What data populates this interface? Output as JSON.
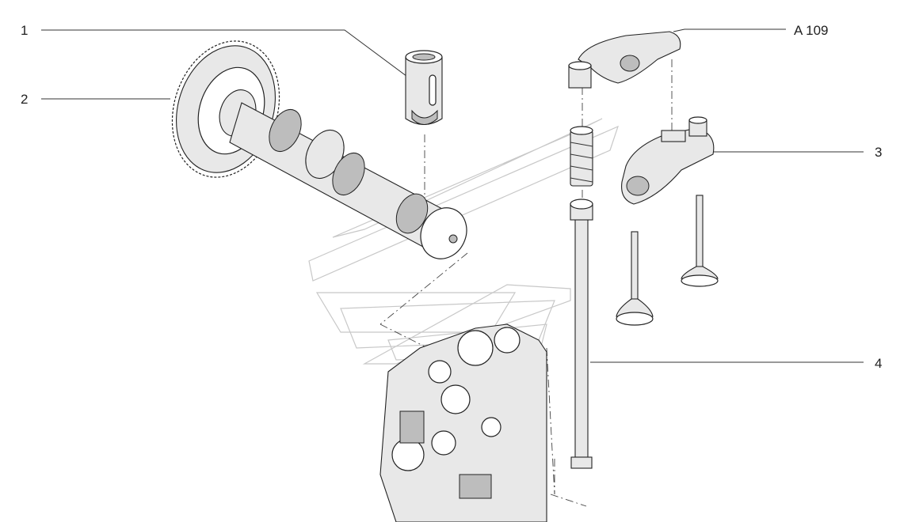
{
  "callouts": {
    "c1": "1",
    "c2": "2",
    "c_a109": "A 109",
    "c3": "3",
    "c4": "4"
  },
  "colors": {
    "line": "#222222",
    "shade": "#e8e8e8",
    "dark": "#bdbdbd",
    "logo": "#c8c8c8"
  }
}
